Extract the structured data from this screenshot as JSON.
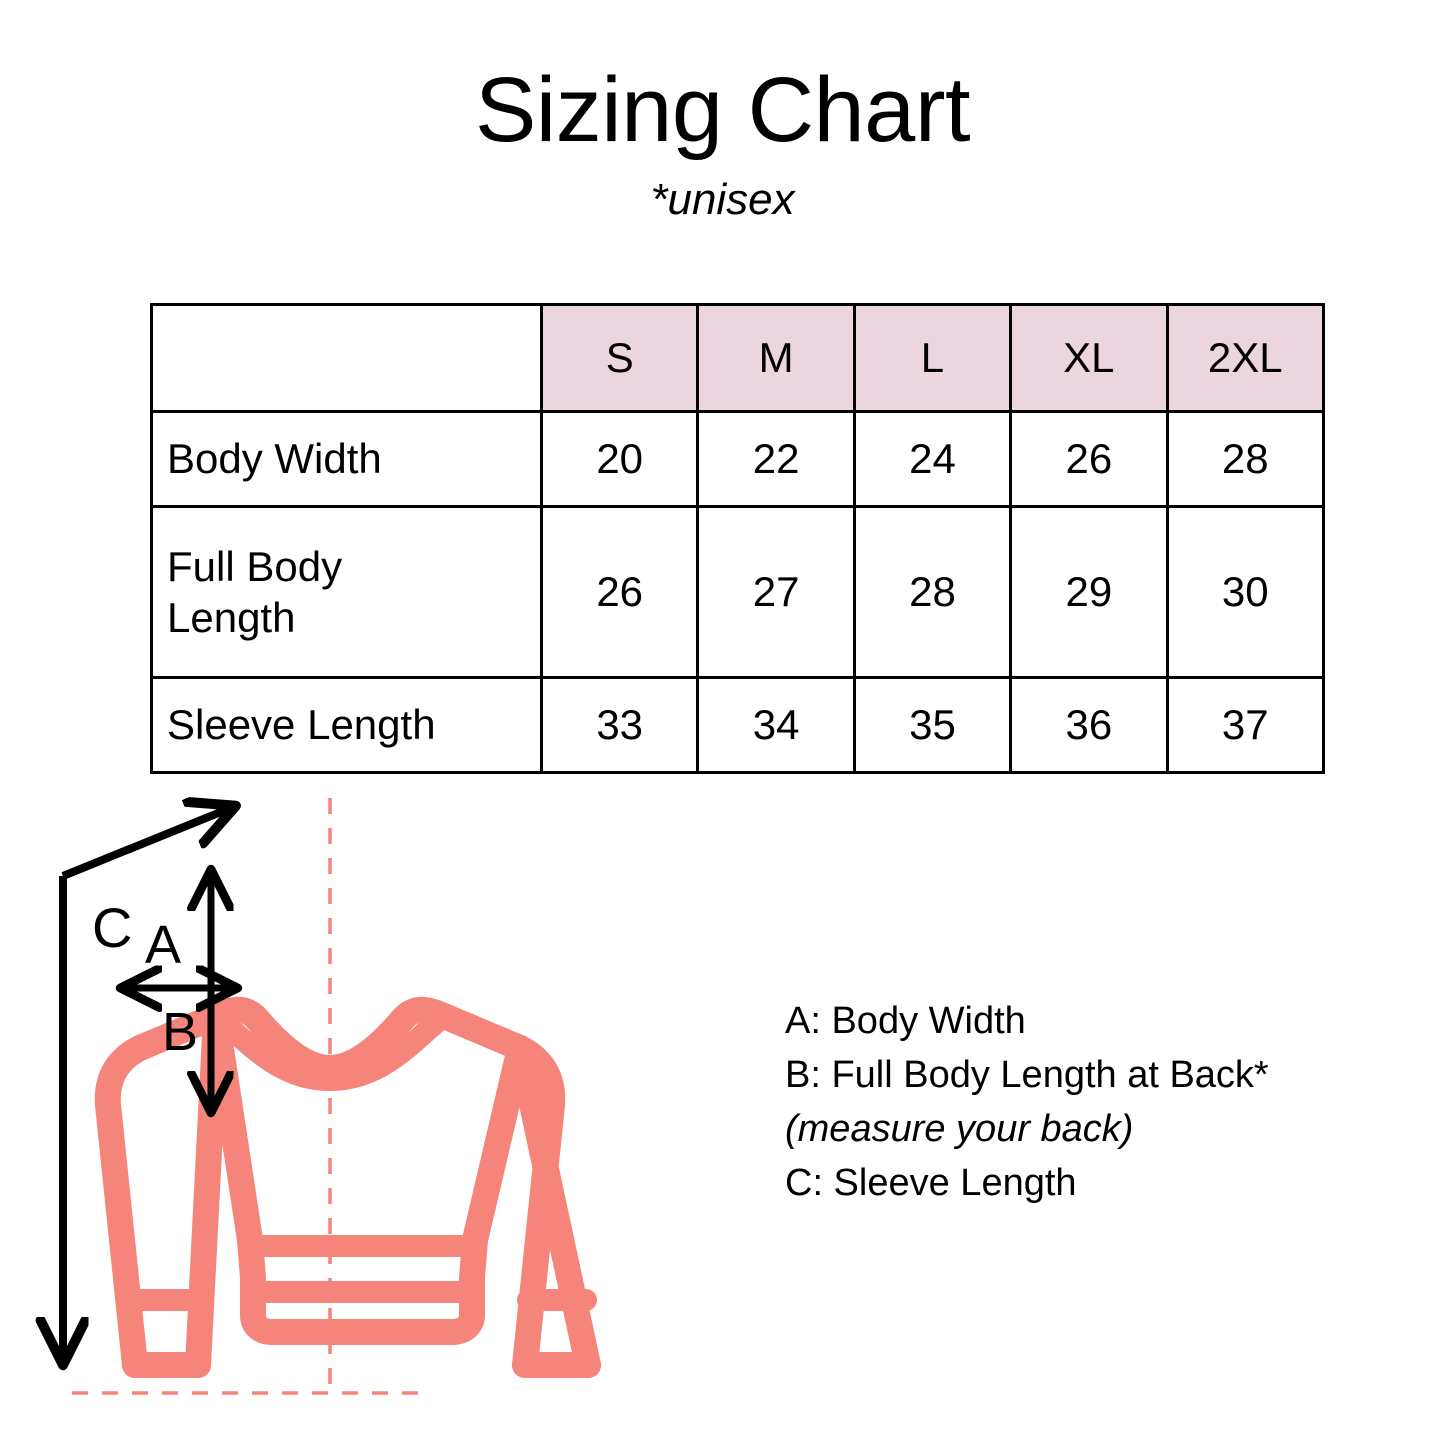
{
  "header": {
    "title": "Sizing Chart",
    "subtitle": "*unisex"
  },
  "chart_data": {
    "type": "table",
    "title": "Sizing Chart",
    "subtitle": "*unisex",
    "corner_label": "",
    "categories": [
      "S",
      "M",
      "L",
      "XL",
      "2XL"
    ],
    "row_labels": [
      "Body Width",
      "Full Body Length",
      "Sleeve Length"
    ],
    "rows": [
      {
        "label": "Body Width",
        "label_line1": "Body Width",
        "label_line2": "",
        "values": [
          20,
          22,
          24,
          26,
          28
        ]
      },
      {
        "label": "Full Body Length",
        "label_line1": "Full Body",
        "label_line2": "Length",
        "values": [
          26,
          27,
          28,
          29,
          30
        ]
      },
      {
        "label": "Sleeve Length",
        "label_line1": "Sleeve Length",
        "label_line2": "",
        "values": [
          33,
          34,
          35,
          36,
          37
        ]
      }
    ],
    "header_fill": "#EBD5DE",
    "border_color": "#000000",
    "grid": true,
    "legend_position": "right"
  },
  "table": {
    "header": {
      "corner": "",
      "sizes": [
        "S",
        "M",
        "L",
        "XL",
        "2XL"
      ]
    },
    "rows": [
      {
        "label_line1": "Body Width",
        "label_line2": "",
        "cells": [
          "20",
          "22",
          "24",
          "26",
          "28"
        ]
      },
      {
        "label_line1": "Full Body",
        "label_line2": "Length",
        "cells": [
          "26",
          "27",
          "28",
          "29",
          "30"
        ]
      },
      {
        "label_line1": "Sleeve Length",
        "label_line2": "",
        "cells": [
          "33",
          "34",
          "35",
          "36",
          "37"
        ]
      }
    ]
  },
  "diagram": {
    "markers": {
      "a": "A",
      "b": "B",
      "c": "C"
    },
    "garment_color": "#F5847A",
    "centerline_color": "#F5847A",
    "arrow_color": "#000000"
  },
  "legend": {
    "lines": [
      {
        "text": "A: Body Width",
        "italic": false
      },
      {
        "text": "B: Full Body Length at Back*",
        "italic": false
      },
      {
        "text": "(measure your back)",
        "italic": true
      },
      {
        "text": "C: Sleeve Length",
        "italic": false
      }
    ]
  }
}
